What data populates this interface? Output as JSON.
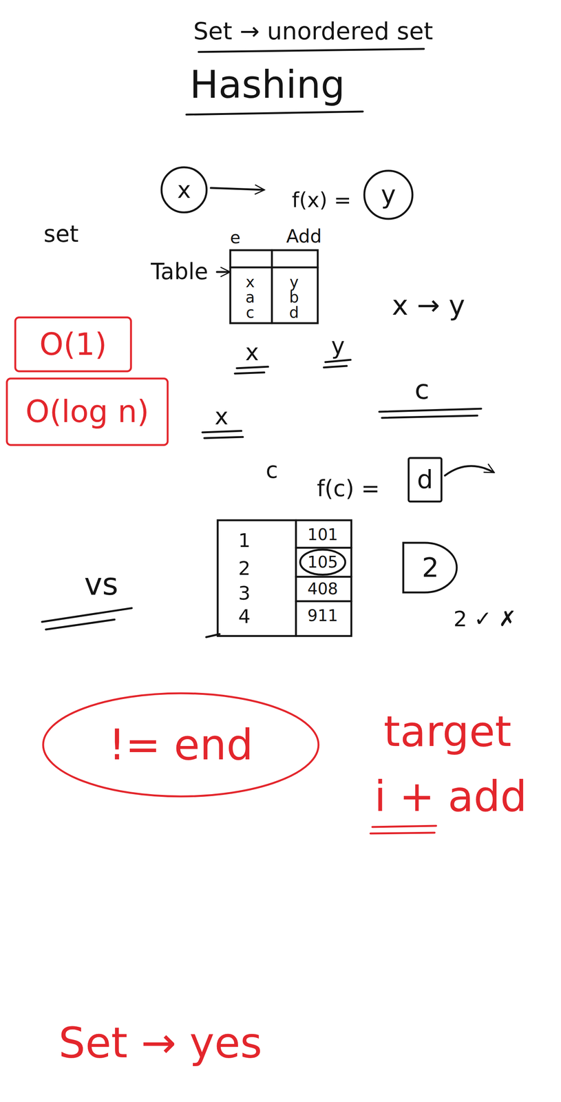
{
  "diagram": {
    "title": "Hashing",
    "nodes": [
      {
        "text": [
          "x"
        ]
      },
      {
        "text": [
          "y"
        ]
      },
      {
        "text": [
          "O(1)"
        ]
      },
      {
        "text": [
          "O(log n)"
        ]
      },
      {
        "text": [
          "d"
        ]
      },
      {
        "text": [
          "2"
        ]
      },
      {
        "text": [
          "105"
        ]
      },
      {
        "text": [
          "!= end"
        ]
      }
    ],
    "labels": [
      "Set → unordered set",
      "f(x) =",
      "set",
      "e",
      "Add",
      "Table",
      "x",
      "a",
      "c",
      "y",
      "b",
      "d",
      "x → y",
      "x",
      "y",
      "x",
      "c",
      "c",
      "f(c) =",
      "vs",
      "1",
      "2",
      "3",
      "4",
      "101",
      "408",
      "911",
      "2 ✓ ✗",
      "target",
      "i + add",
      "Set → yes"
    ]
  }
}
